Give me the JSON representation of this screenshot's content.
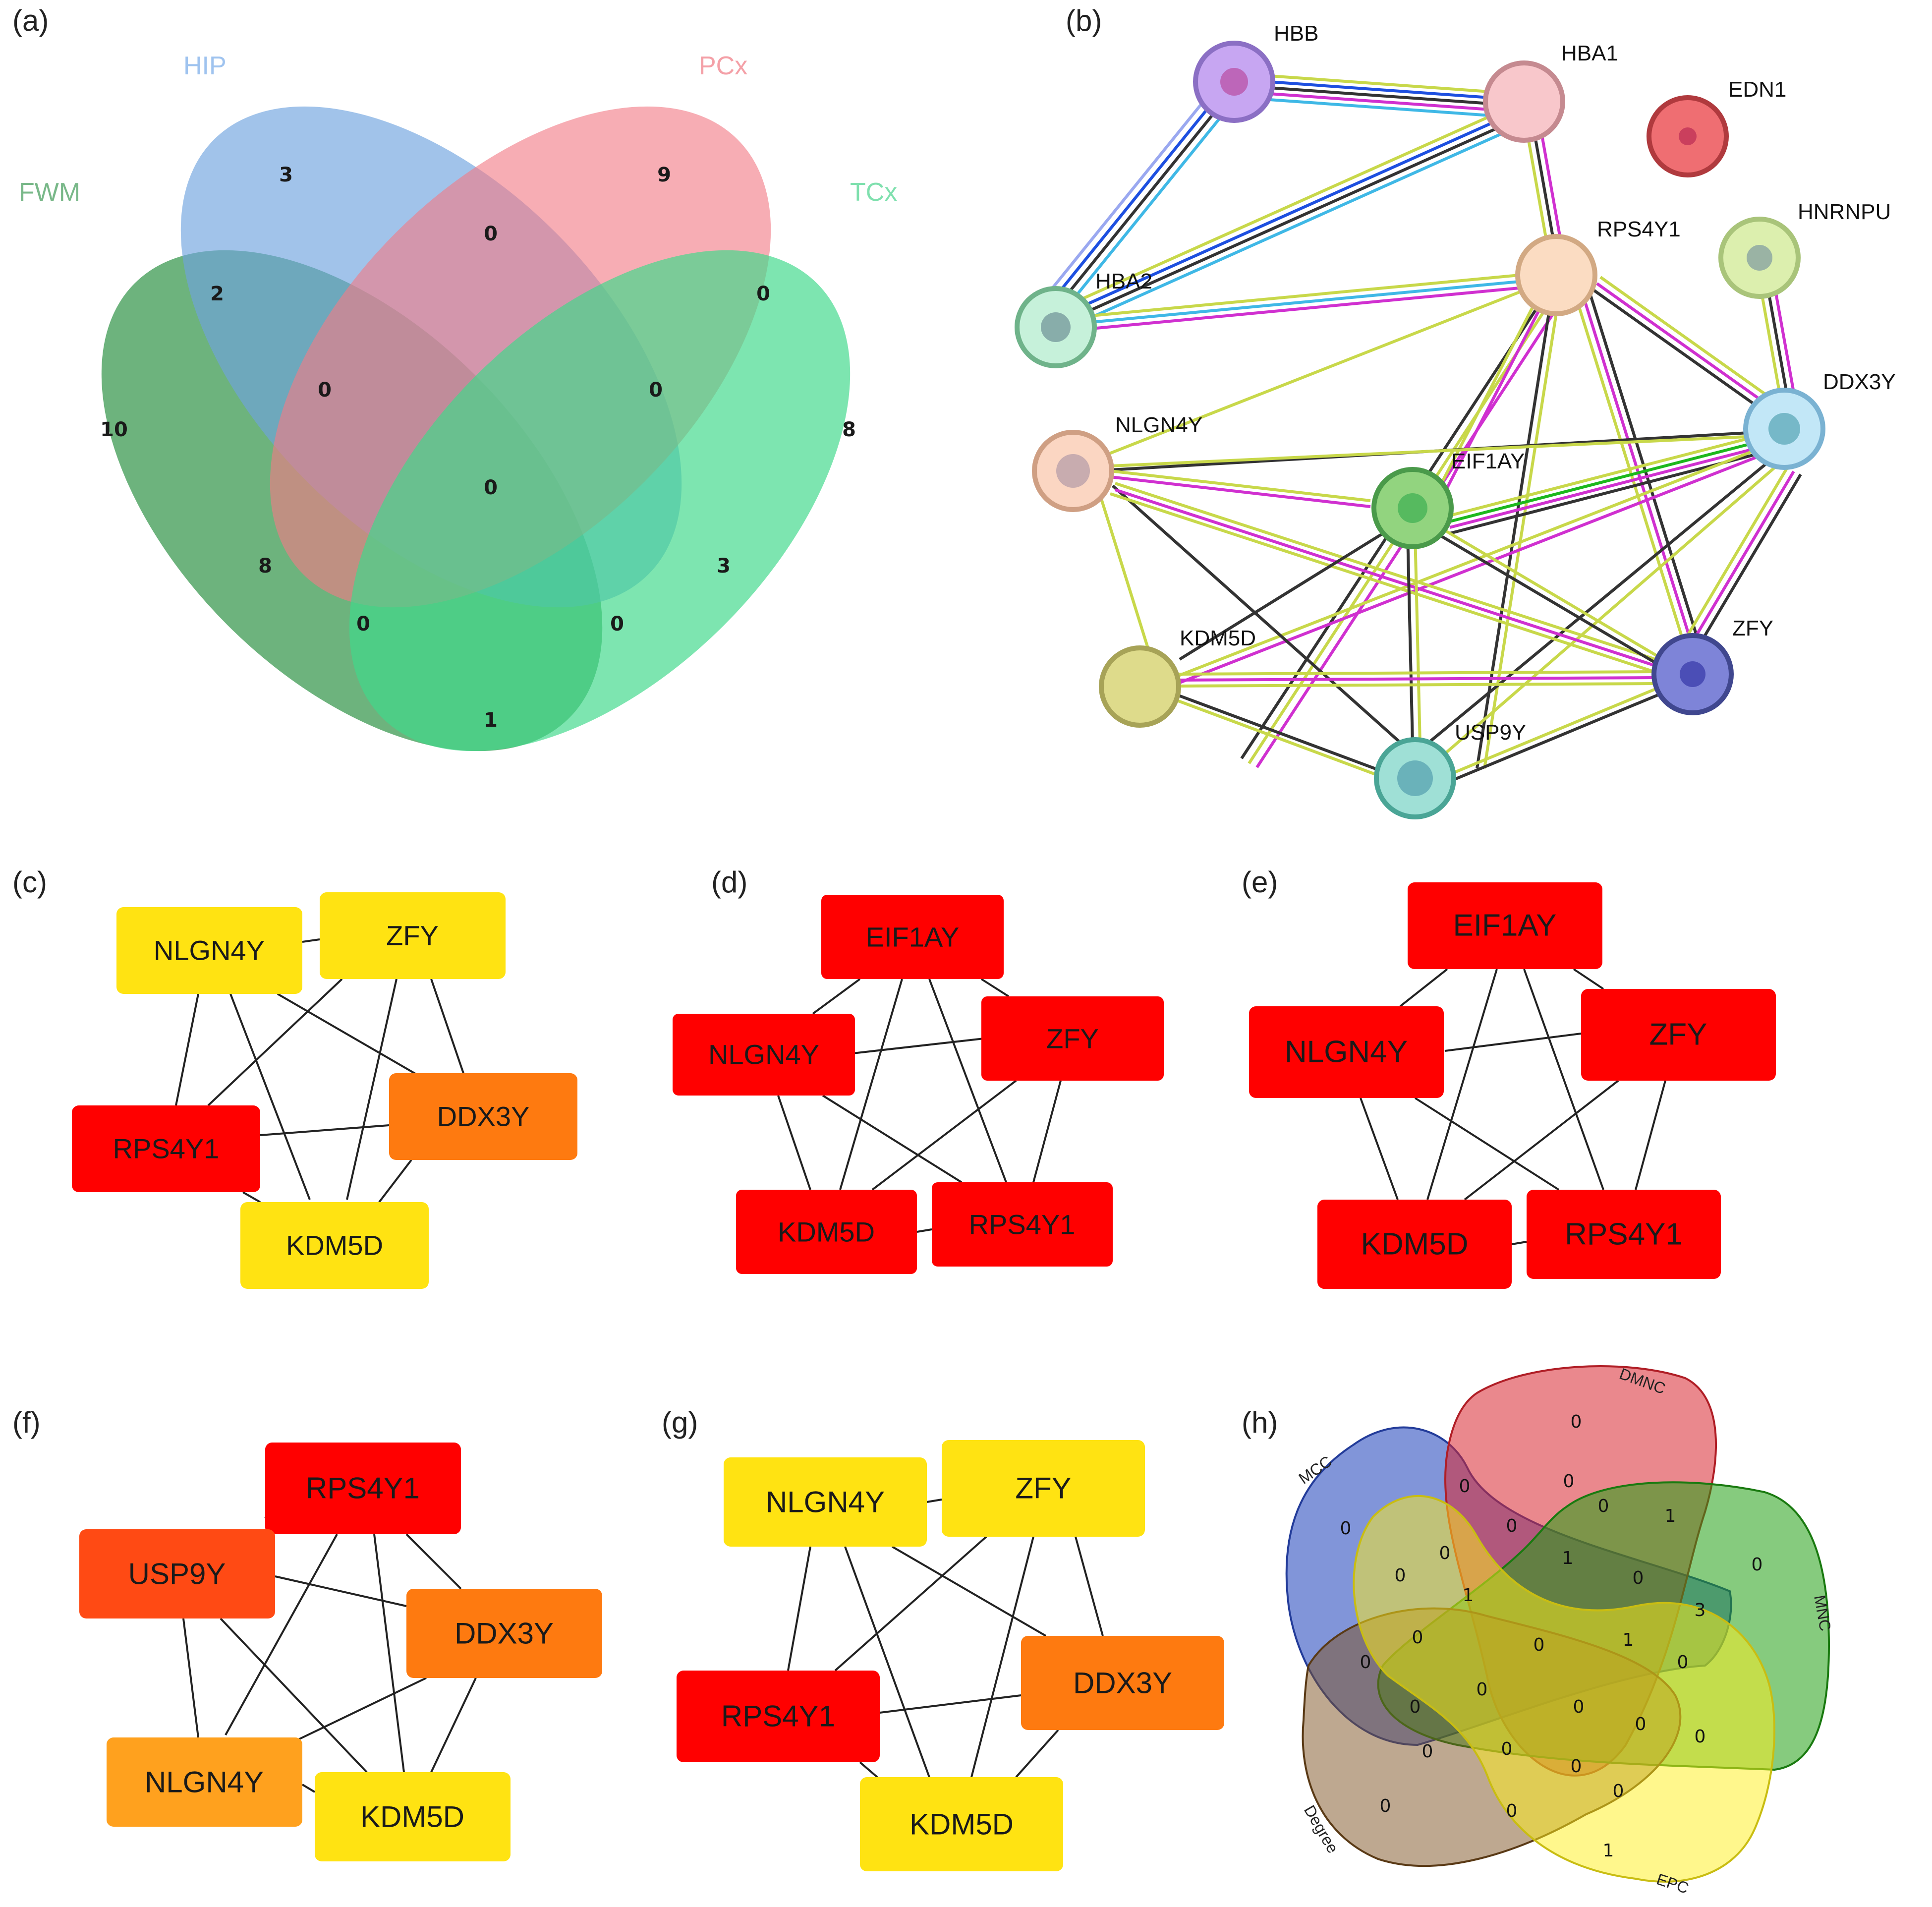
{
  "panels": {
    "a": {
      "label": "(a)",
      "sets": {
        "HIP": "HIP",
        "PCx": "PCx",
        "FWM": "FWM",
        "TCx": "TCx"
      },
      "counts": [
        "3",
        "9",
        "0",
        "2",
        "0",
        "10",
        "0",
        "0",
        "8",
        "0",
        "8",
        "3",
        "0",
        "0",
        "1"
      ]
    },
    "b": {
      "label": "(b)",
      "nodes": [
        "HBB",
        "HBA1",
        "EDN1",
        "HBA2",
        "RPS4Y1",
        "HNRNPU",
        "DDX3Y",
        "NLGN4Y",
        "EIF1AY",
        "KDM5D",
        "ZFY",
        "USP9Y"
      ]
    },
    "c": {
      "label": "(c)",
      "boxes": [
        "NLGN4Y",
        "ZFY",
        "RPS4Y1",
        "DDX3Y",
        "KDM5D"
      ]
    },
    "d": {
      "label": "(d)",
      "boxes": [
        "EIF1AY",
        "NLGN4Y",
        "ZFY",
        "KDM5D",
        "RPS4Y1"
      ]
    },
    "e": {
      "label": "(e)",
      "boxes": [
        "EIF1AY",
        "NLGN4Y",
        "ZFY",
        "KDM5D",
        "RPS4Y1"
      ]
    },
    "f": {
      "label": "(f)",
      "boxes": [
        "RPS4Y1",
        "USP9Y",
        "DDX3Y",
        "NLGN4Y",
        "KDM5D"
      ]
    },
    "g": {
      "label": "(g)",
      "boxes": [
        "NLGN4Y",
        "ZFY",
        "RPS4Y1",
        "DDX3Y",
        "KDM5D"
      ]
    },
    "h": {
      "label": "(h)",
      "sets": {
        "MCC": "MCC",
        "DMNC": "DMNC",
        "MNC": "MNC",
        "Degree": "Degree",
        "EPC": "EPC"
      },
      "counts": [
        "0",
        "0",
        "0",
        "0",
        "1",
        "0",
        "0",
        "0",
        "1",
        "0",
        "0",
        "0",
        "1",
        "3",
        "0",
        "0",
        "1",
        "0",
        "0",
        "0",
        "0",
        "0",
        "0",
        "0",
        "0",
        "0",
        "0",
        "0",
        "0",
        "0",
        "1"
      ]
    }
  },
  "colors": {
    "venn_hip": "#6fa3de",
    "venn_pcx": "#f27b86",
    "venn_fwm": "#3c9a52",
    "venn_tcx": "#3fd98a",
    "red": "#ff0000",
    "orange": "#fe7a10",
    "yellow": "#ffe312",
    "deep_orange": "#ff4a14",
    "amber": "#ffa11e"
  }
}
